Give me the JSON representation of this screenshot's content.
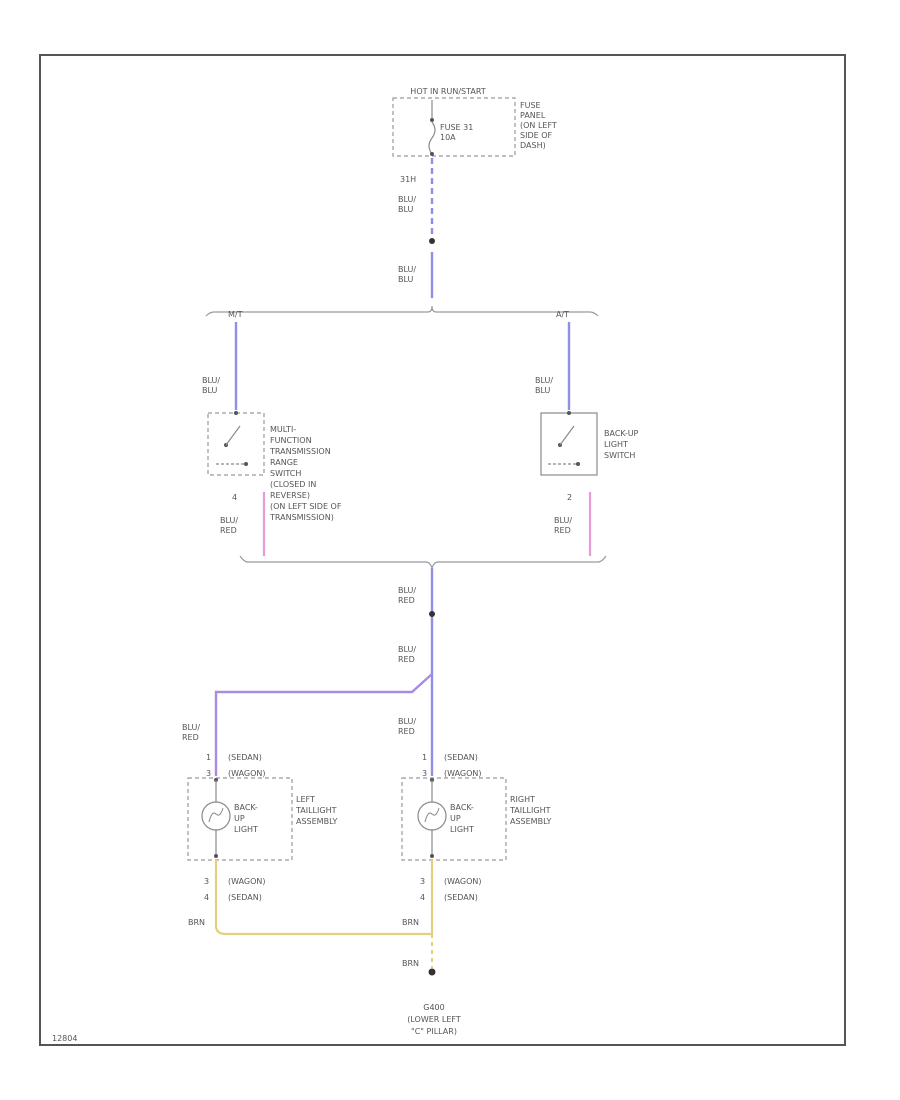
{
  "colors": {
    "blu_blu": "#8f8fe6",
    "blu_red_pink": "#e89ad6",
    "blu_red_violet": "#a98be6",
    "brn": "#e6cf7a",
    "frame": "#555555",
    "component": "#9a9a9a"
  },
  "top": {
    "header": "HOT IN RUN/START"
  },
  "fuse": {
    "label": [
      "FUSE 31",
      "10A"
    ],
    "panel": [
      "FUSE",
      "PANEL",
      "(ON LEFT",
      "SIDE OF",
      "DASH)"
    ]
  },
  "wires": {
    "pin_top": "31H",
    "blu_blu_1": [
      "BLU/",
      "BLU"
    ],
    "blu_blu_2": [
      "BLU/",
      "BLU"
    ],
    "blu_blu_left": [
      "BLU/",
      "BLU"
    ],
    "blu_blu_right": [
      "BLU/",
      "BLU"
    ],
    "blu_red_left_sw": [
      "BLU/",
      "RED"
    ],
    "blu_red_right_sw": [
      "BLU/",
      "RED"
    ],
    "blu_red_mid": [
      "BLU/",
      "RED"
    ],
    "blu_red_mid2": [
      "BLU/",
      "RED"
    ],
    "blu_red_ll": [
      "BLU/",
      "RED"
    ],
    "blu_red_rl": [
      "BLU/",
      "RED"
    ],
    "brn_left": "BRN",
    "brn_right": "BRN",
    "brn_bottom": "BRN"
  },
  "branch_tags": {
    "left": "M/T",
    "right": "A/T"
  },
  "switch_left": {
    "label": [
      "MULTI-",
      "FUNCTION",
      "TRANSMISSION",
      "RANGE",
      "SWITCH",
      "(CLOSED IN",
      "REVERSE)",
      "(ON LEFT SIDE OF",
      "TRANSMISSION)"
    ],
    "pin": "4"
  },
  "switch_right": {
    "label": [
      "BACK-UP",
      "LIGHT",
      "SWITCH"
    ],
    "pin": "2"
  },
  "lamp_left": {
    "top_pins": [
      {
        "pin": "1",
        "note": "(SEDAN)"
      },
      {
        "pin": "3",
        "note": "(WAGON)"
      }
    ],
    "bulb_label": [
      "BACK-",
      "UP",
      "LIGHT"
    ],
    "assembly": [
      "LEFT",
      "TAILLIGHT",
      "ASSEMBLY"
    ],
    "bottom_pins": [
      {
        "pin": "3",
        "note": "(WAGON)"
      },
      {
        "pin": "4",
        "note": "(SEDAN)"
      }
    ]
  },
  "lamp_right": {
    "top_pins": [
      {
        "pin": "1",
        "note": "(SEDAN)"
      },
      {
        "pin": "3",
        "note": "(WAGON)"
      }
    ],
    "bulb_label": [
      "BACK-",
      "UP",
      "LIGHT"
    ],
    "assembly": [
      "RIGHT",
      "TAILLIGHT",
      "ASSEMBLY"
    ],
    "bottom_pins": [
      {
        "pin": "3",
        "note": "(WAGON)"
      },
      {
        "pin": "4",
        "note": "(SEDAN)"
      }
    ]
  },
  "ground": {
    "label": [
      "G400",
      "(LOWER LEFT",
      "\"C\" PILLAR)"
    ]
  },
  "footer": {
    "code": "12804"
  }
}
